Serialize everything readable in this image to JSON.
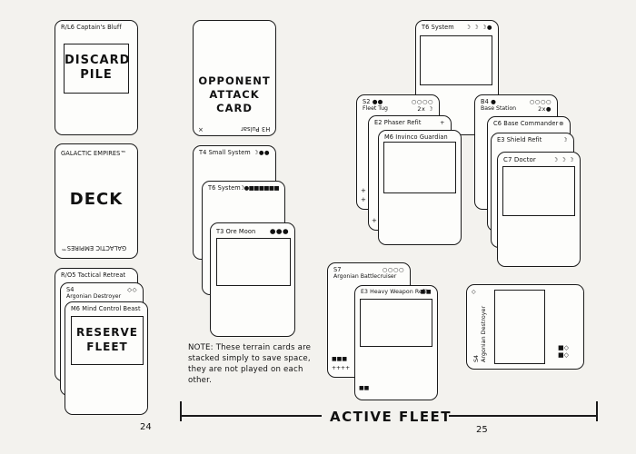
{
  "pages": {
    "left": "24",
    "right": "25"
  },
  "discard": {
    "title": "R/L6 Captain's Bluff",
    "label1": "DISCARD",
    "label2": "PILE"
  },
  "deck": {
    "top": "GALACTIC EMPIRES™",
    "label": "DECK",
    "bottom": "GALACTIC EMPIRES™"
  },
  "reserve": {
    "card1": "R/O5 Tactical Retreat",
    "card2_code": "S4",
    "card2": "Argonian Destroyer",
    "card3": "M6 Mind Control Beast",
    "label1": "RESERVE",
    "label2": "FLEET"
  },
  "opponent": {
    "label1": "OPPONENT",
    "label2": "ATTACK",
    "label3": "CARD",
    "flipped": "H3 Pulsar",
    "x_mark": "×"
  },
  "terrain": {
    "card1": "T4 Small System",
    "card1_marks": "☽●●",
    "card2": "T6 System",
    "card2_marks": "☽●■■■■■■",
    "card3": "T3 Ore Moon",
    "card3_marks": "●●●"
  },
  "note": "NOTE: These terrain cards are stacked simply to save space, they are not played on each other.",
  "active": {
    "label": "ACTIVE FLEET",
    "t6": {
      "title": "T6 System",
      "marks": "☽ ☽ ☽●"
    },
    "s2": {
      "code": "S2 ●●",
      "marks": "○○○○",
      "title": "Fleet Tug",
      "value": "2x ☽"
    },
    "e2": {
      "title": "E2 Phaser Refit",
      "mark": "+"
    },
    "m6": {
      "title": "M6 Invinco Guardian"
    },
    "b4": {
      "code": "B4 ●",
      "marks": "○○○○",
      "title": "Base Station",
      "value": "2x●"
    },
    "c6": {
      "title": "C6 Base Commander",
      "mark": "⊕"
    },
    "e3": {
      "title": "E3 Shield Refit",
      "mark": "☽"
    },
    "c7": {
      "title": "C7 Doctor",
      "marks": "☽ ☽ ☽"
    },
    "s7": {
      "code": "S7",
      "marks": "○○○○",
      "title": "Argonian Battlecruiser",
      "bottom": "■■■",
      "bottom2": "++++"
    },
    "e3h": {
      "title": "E3 Heavy Weapon Refit",
      "marks": "■■",
      "bottom": "■■"
    },
    "side": {
      "code": "S4",
      "title": "Argonian Destroyer"
    }
  }
}
